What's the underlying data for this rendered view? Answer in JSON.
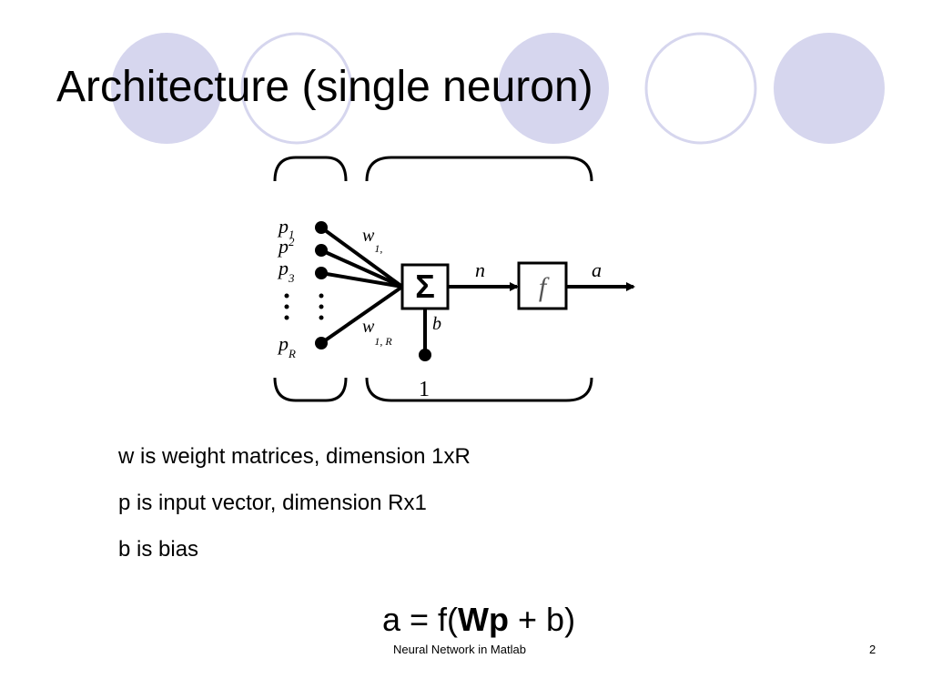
{
  "slide": {
    "title": "Architecture (single neuron)",
    "page_number": "2",
    "footer": "Neural Network in Matlab"
  },
  "diagram": {
    "inputs": [
      "p1",
      "p2",
      "p3",
      "pR"
    ],
    "input_labels": {
      "p_main": "p",
      "p1_sub": "1",
      "p2_sub": "2",
      "p3_sub": "3",
      "pR_sub": "R"
    },
    "weight_labels": {
      "w_main": "w",
      "w_first_sub": "1,",
      "w_last_sub": "1, R"
    },
    "sum_symbol": "Σ",
    "net_label": "n",
    "transfer_symbol": "f",
    "output_label": "a",
    "bias_label": "b",
    "bias_input": "1"
  },
  "bullets": [
    "w is weight matrices, dimension 1xR",
    "p is input vector, dimension Rx1",
    "b is bias"
  ],
  "formula": {
    "prefix": "a = f(",
    "bold": "Wp",
    "suffix": " + b)"
  },
  "colors": {
    "circle_fill": "#d6d6ee",
    "circle_stroke": "#d6d6ee",
    "text": "#000000"
  }
}
